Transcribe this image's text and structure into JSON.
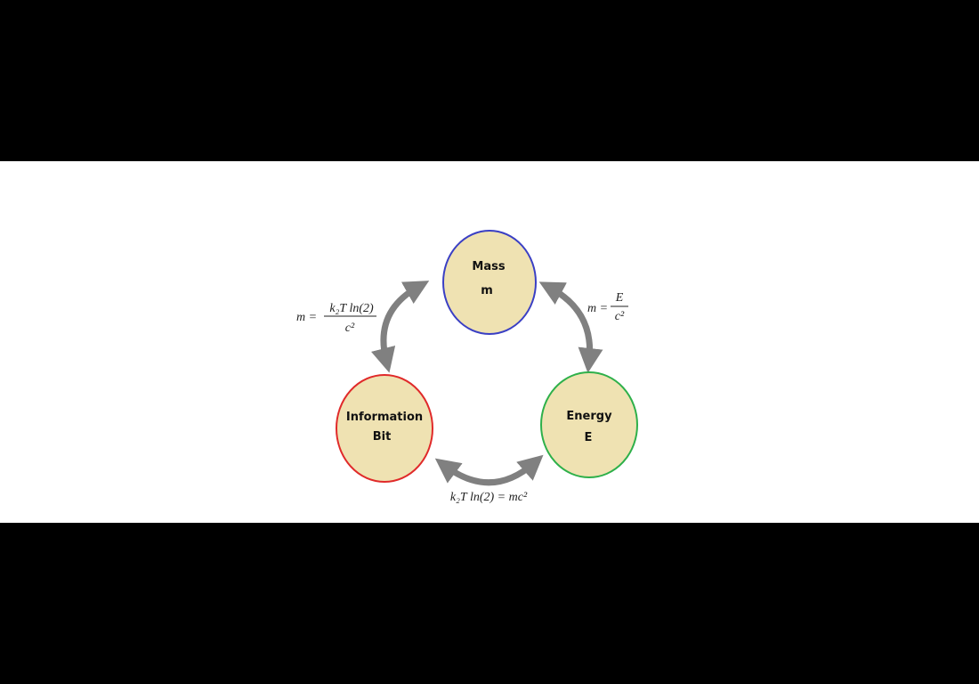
{
  "nodes": {
    "mass": {
      "title": "Mass",
      "symbol": "m",
      "border": "#3a3fc4"
    },
    "information": {
      "title": "Information",
      "symbol": "Bit",
      "border": "#e02a2a"
    },
    "energy": {
      "title": "Energy",
      "symbol": "E",
      "border": "#2eb04a"
    }
  },
  "node_fill": "#efe2b2",
  "arrow_color": "#808080",
  "equations": {
    "mass_information": {
      "lhs": "m =",
      "numerator": "k₂T ln(2)",
      "denominator": "c²"
    },
    "mass_energy": {
      "lhs": "m =",
      "numerator": "E",
      "denominator": "c²"
    },
    "information_energy": {
      "text": "k₂T ln(2) = mc²"
    }
  }
}
